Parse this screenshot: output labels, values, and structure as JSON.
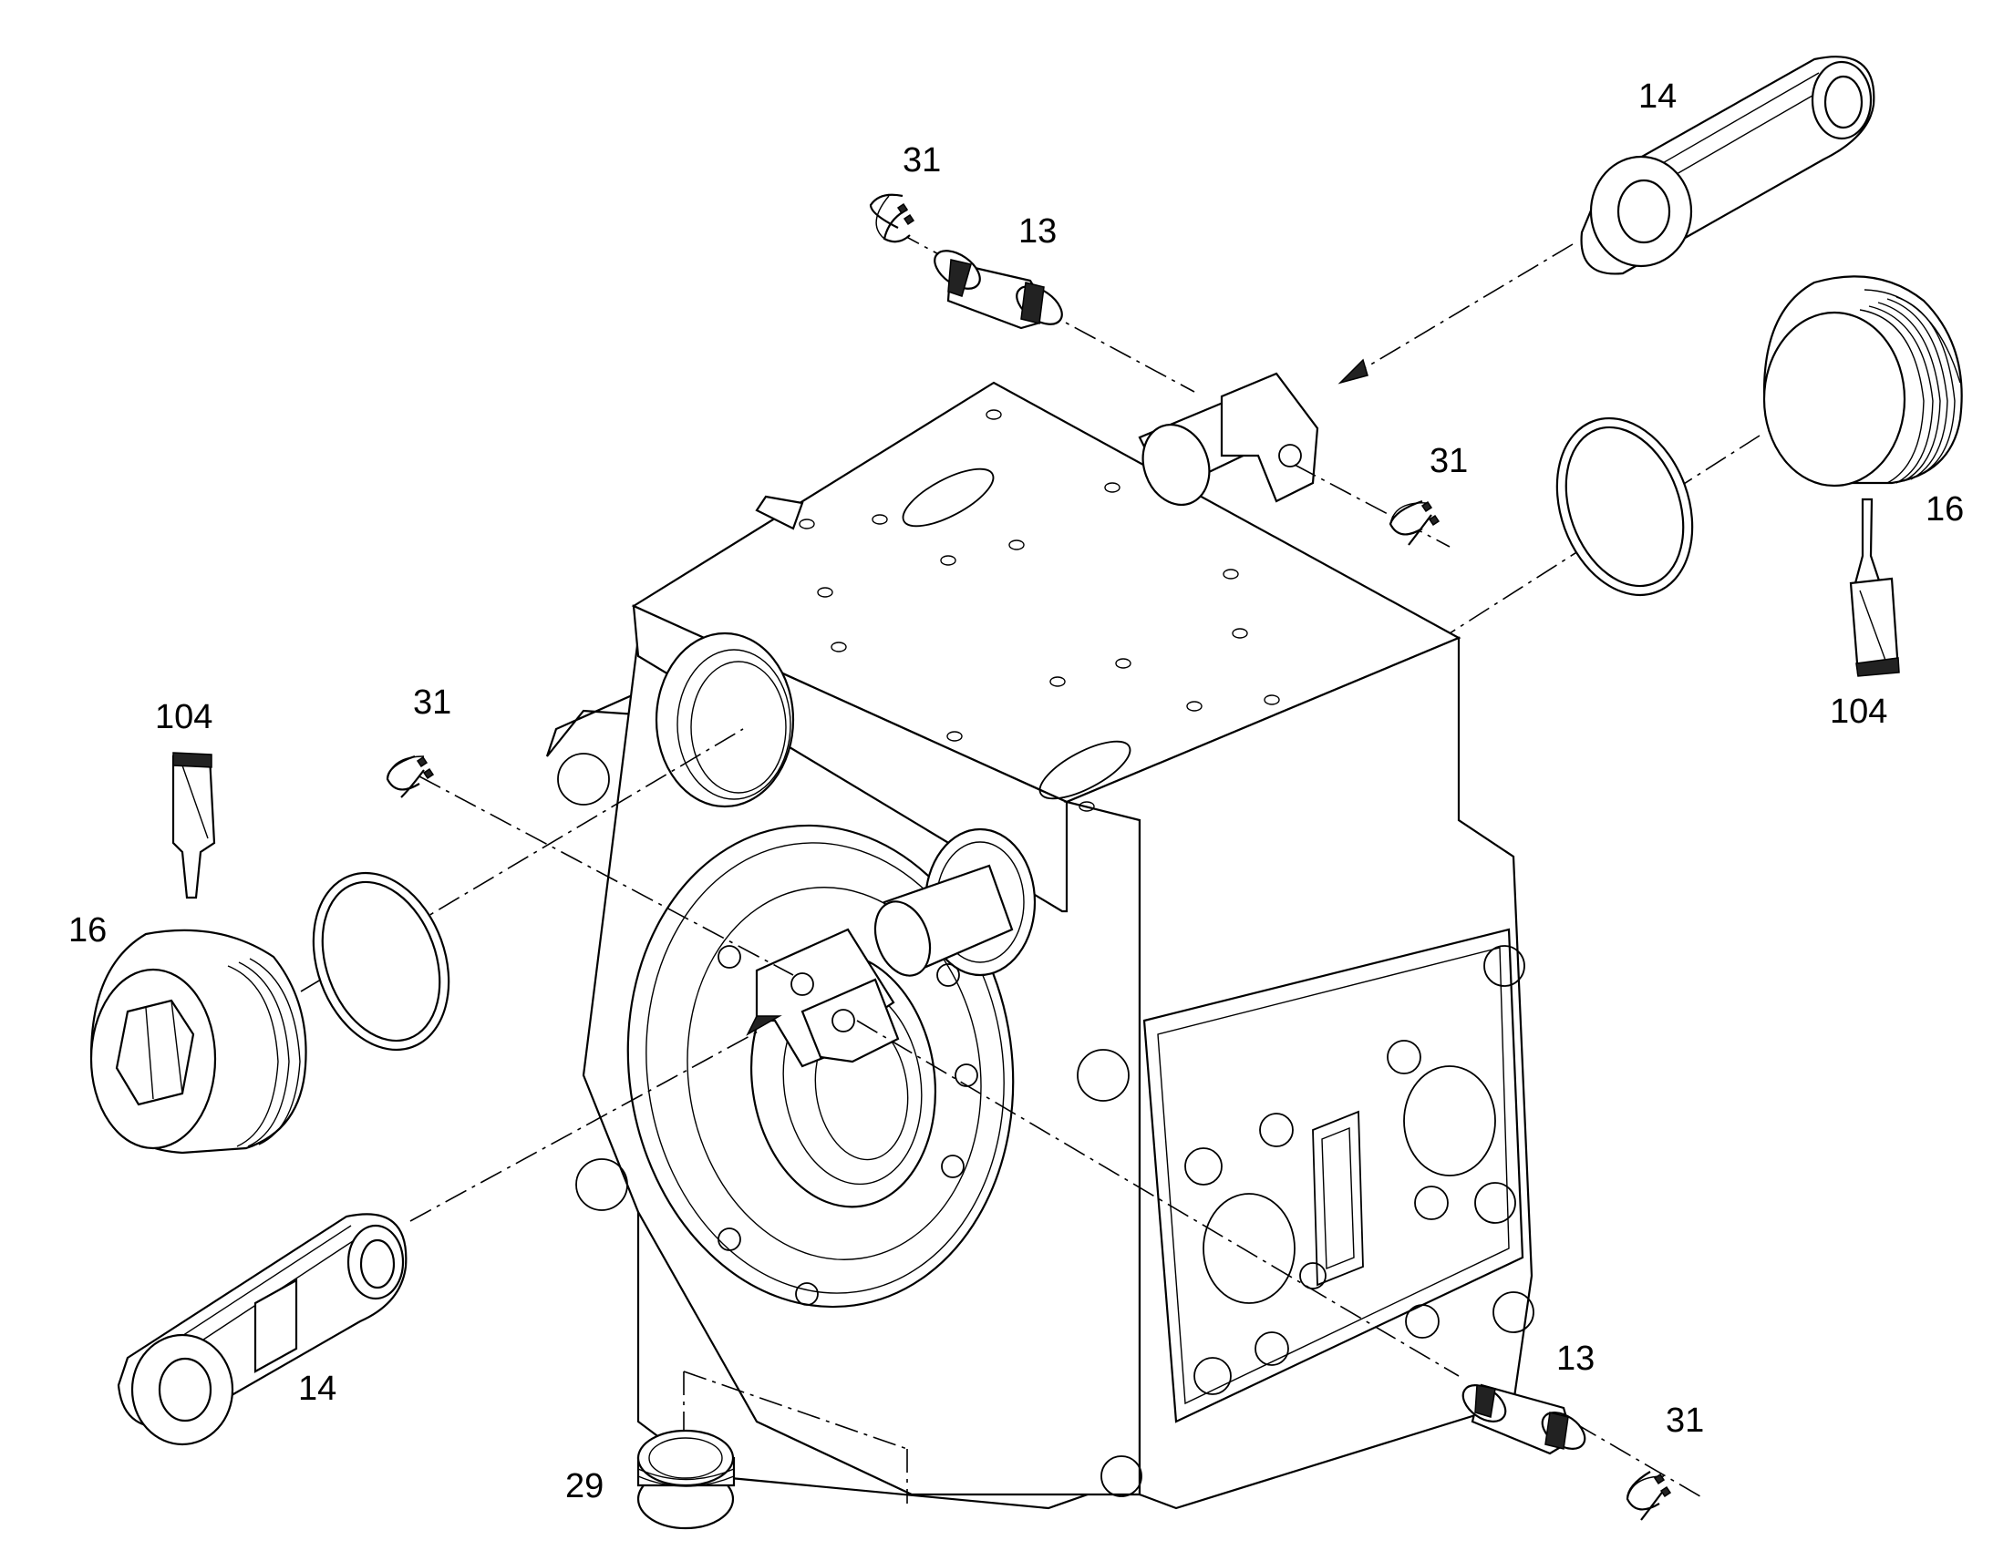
{
  "callouts": {
    "link_top": "14",
    "link_bottom": "14",
    "ring_top": "31",
    "ring_upper_right": "31",
    "ring_left": "31",
    "ring_bottom_right": "31",
    "pin_top": "13",
    "pin_bottom": "13",
    "plug_right": "16",
    "plug_left": "16",
    "sealant_right": "104",
    "sealant_left": "104",
    "plug_small": "29"
  }
}
